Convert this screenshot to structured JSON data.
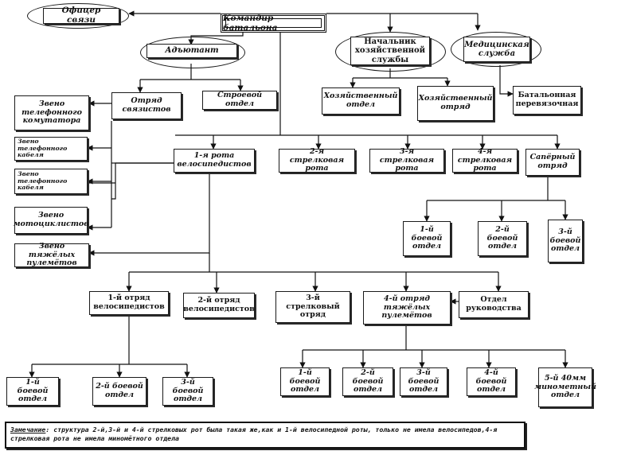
{
  "nodes": {
    "liaison_officer": "Офицер связи",
    "commander": "Командир батальона",
    "adjutant": "Адъютант",
    "supply_chief": "Начальник хозяйственной службы",
    "medical": "Медицинская служба",
    "signal_platoon": "Отряд связистов",
    "drill_dept": "Строевой отдел",
    "supply_dept": "Хозяйственный отдел",
    "supply_squad": "Хозяйственный отряд",
    "aid_station": "Батальонная перевязочная",
    "tel_switchboard": "Звено телефонного комутатора",
    "tel_cable_1": "Звено телефонного кабеля",
    "tel_cable_2": "Звено телефонного кабеля",
    "motorcycle": "Звено мотоциклистов",
    "heavy_mg_link": "Звено тяжёлых пулемётов",
    "company_1": "1-я рота велосипедистов",
    "company_2": "2-я стрелковая рота",
    "company_3": "3-я стрелковая рота",
    "company_4": "4-я стрелковая рота",
    "sapper": "Сапёрный отряд",
    "sapper_sec_1": "1-й боевой отдел",
    "sapper_sec_2": "2-й боевой отдел",
    "sapper_sec_3": "3-й боевой отдел",
    "platoon_1": "1-й отряд велосипедистов",
    "platoon_2": "2-й отряд велосипедистов",
    "platoon_3": "3-й стрелковый отряд",
    "platoon_4": "4-й отряд тяжёлых пулемётов",
    "mgmt_dept": "Отдел руководства",
    "p1_sec_1": "1-й боевой отдел",
    "p1_sec_2": "2-й боевой отдел",
    "p1_sec_3": "3-й боевой отдел",
    "p4_sec_1": "1-й боевой отдел",
    "p4_sec_2": "2-й боевой отдел",
    "p4_sec_3": "3-й боевой отдел",
    "p4_sec_4": "4-й боевой отдел",
    "p4_sec_5": "5-й 40мм минометный отдел"
  },
  "note": {
    "label": "Замечание",
    "text": ": структура 2-й,3-й и 4-й стрелковых рот была такая же,как и 1-й велосипедной роты, только не имела велосипедов,4-я стрелковая рота не имела миномётного отдела"
  }
}
